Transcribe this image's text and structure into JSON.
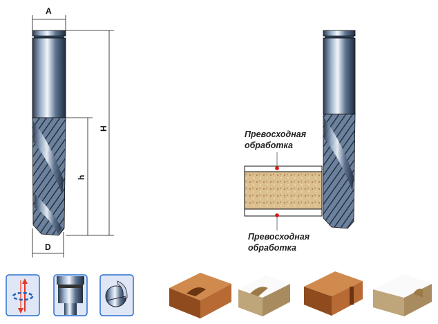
{
  "dimensions": {
    "shank_diameter": "A",
    "overall_length": "H",
    "cutting_length": "h",
    "cutting_diameter": "D"
  },
  "material_labels": {
    "top_line1": "Превосходная",
    "top_line2": "обработка",
    "bottom_line1": "Превосходная",
    "bottom_line2": "обработка"
  },
  "colors": {
    "icon_border": "#2a6fd0",
    "icon_bg": "#dfe6f5",
    "marker": "#e01010",
    "wood": "#c0703a",
    "chipboard": "#d9b98a"
  }
}
